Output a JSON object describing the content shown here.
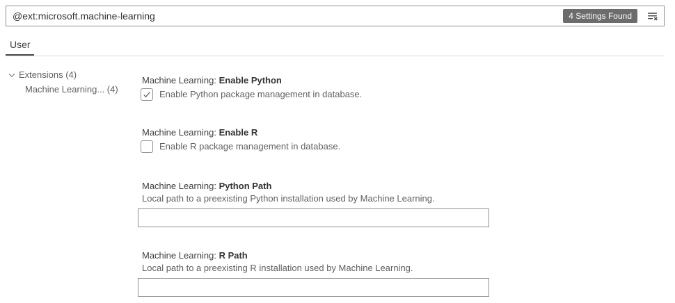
{
  "search": {
    "value": "@ext:microsoft.machine-learning",
    "results_badge": "4 Settings Found"
  },
  "tabs": {
    "user_label": "User"
  },
  "toc": {
    "items": [
      {
        "label": "Extensions (4)",
        "expanded": true
      },
      {
        "label": "Machine Learning... (4)",
        "expanded": false
      }
    ]
  },
  "settings": [
    {
      "category": "Machine Learning: ",
      "label": "Enable Python",
      "description": "Enable Python package management in database.",
      "type": "checkbox",
      "checked": true
    },
    {
      "category": "Machine Learning: ",
      "label": "Enable R",
      "description": "Enable R package management in database.",
      "type": "checkbox",
      "checked": false
    },
    {
      "category": "Machine Learning: ",
      "label": "Python Path",
      "description": "Local path to a preexisting Python installation used by Machine Learning.",
      "type": "text",
      "value": ""
    },
    {
      "category": "Machine Learning: ",
      "label": "R Path",
      "description": "Local path to a preexisting R installation used by Machine Learning.",
      "type": "text",
      "value": ""
    }
  ],
  "icons": {
    "clear_filter": "clear-filter-icon",
    "toc_expand": "chevron-down-icon",
    "checkbox_check": "checkmark-icon"
  },
  "colors": {
    "badge_background": "#6c6c6c",
    "badge_foreground": "#ffffff",
    "input_border": "#8f8f8f",
    "active_tab_underline": "#4a4a4a",
    "text_primary": "#383838",
    "text_secondary": "#5f5f5f"
  }
}
